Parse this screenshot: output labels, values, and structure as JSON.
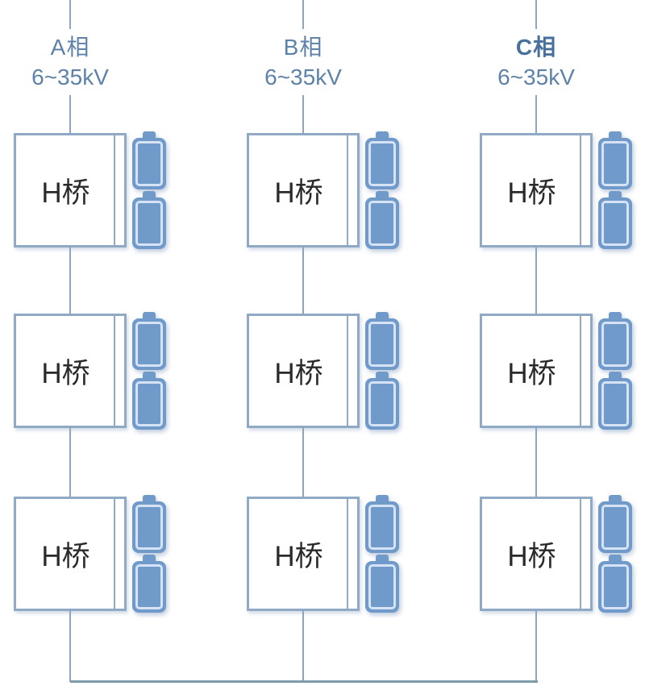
{
  "colors": {
    "line_color": "#8ca6c2",
    "box_border_color": "#90a9c5",
    "bus_color": "#7e9bac",
    "battery_fill": "#6f9aca",
    "battery_ring": "#d5e3f4",
    "label_color": "#5e82a9",
    "label_bold_color": "#48709b",
    "module_text_color": "#2a2a2a"
  },
  "phases": [
    {
      "name": "A相",
      "voltage": "6~35kV",
      "modules": [
        {
          "label": "H桥"
        },
        {
          "label": "H桥"
        },
        {
          "label": "H桥"
        }
      ]
    },
    {
      "name": "B相",
      "voltage": "6~35kV",
      "modules": [
        {
          "label": "H桥"
        },
        {
          "label": "H桥"
        },
        {
          "label": "H桥"
        }
      ]
    },
    {
      "name": "C相",
      "voltage": "6~35kV",
      "modules": [
        {
          "label": "H桥"
        },
        {
          "label": "H桥"
        },
        {
          "label": "H桥"
        }
      ]
    }
  ]
}
